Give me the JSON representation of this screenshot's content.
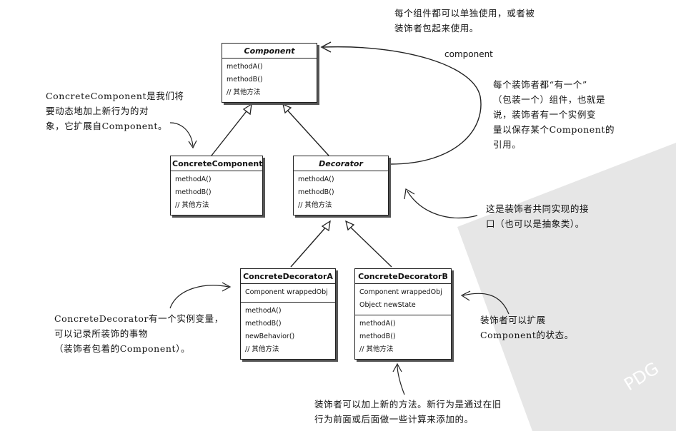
{
  "classes": {
    "component": {
      "name": "Component",
      "methods": [
        "methodA()",
        "methodB()",
        "// 其他方法"
      ]
    },
    "concrete_component": {
      "name": "ConcreteComponent",
      "methods": [
        "methodA()",
        "methodB()",
        "// 其他方法"
      ]
    },
    "decorator": {
      "name": "Decorator",
      "methods": [
        "methodA()",
        "methodB()",
        "// 其他方法"
      ]
    },
    "concrete_decorator_a": {
      "name": "ConcreteDecoratorA",
      "fields": [
        "Component wrappedObj"
      ],
      "methods": [
        "methodA()",
        "methodB()",
        "newBehavior()",
        "// 其他方法"
      ]
    },
    "concrete_decorator_b": {
      "name": "ConcreteDecoratorB",
      "fields": [
        "Component wrappedObj",
        "Object newState"
      ],
      "methods": [
        "methodA()",
        "methodB()",
        "// 其他方法"
      ]
    }
  },
  "association_label": "component",
  "notes": {
    "top_right": "每个组件都可以单独使用，或者被\n装饰者包起来使用。",
    "concrete_component": "ConcreteComponent是我们将\n要动态地加上新行为的对\n象，它扩展自Component。",
    "decorator_has_a": "每个装饰者都“有一个”\n（包装一个）组件，也就是\n说，装饰者有一个实例变\n量以保存某个Component的\n引用。",
    "decorator_interface": "这是装饰者共同实现的接\n口（也可以是抽象类）。",
    "concrete_decorator_a": "ConcreteDecorator有一个实例变量，\n可以记录所装饰的事物\n（装饰者包着的Component）。",
    "extend_state": "装饰者可以扩展\nComponent的状态。",
    "new_methods": "装饰者可以加上新的方法。新行为是通过在旧\n行为前面或后面做一些计算来添加的。"
  },
  "watermark": "PDG"
}
